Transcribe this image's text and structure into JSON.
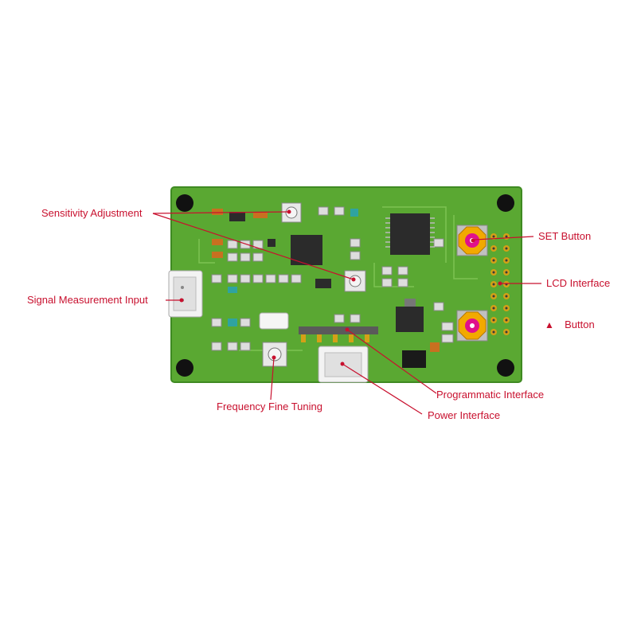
{
  "labels": {
    "sensitivity": "Sensitivity Adjustment",
    "signal_input": "Signal Measurement Input",
    "frequency_fine": "Frequency Fine Tuning",
    "set_button": "SET Button",
    "lcd_interface": "LCD Interface",
    "up_button_symbol": "▲",
    "up_button": "Button",
    "programmatic": "Programmatic Interface",
    "power": "Power Interface"
  },
  "colors": {
    "board": "#5aa832",
    "board_edge": "#3f8a22",
    "label_red": "#c8102e",
    "button_cap": "#f2a900",
    "button_center": "#e0108c",
    "chip": "#2b2b2b",
    "hole": "#111111"
  },
  "icons": {
    "mount_hole": "circle",
    "push_button": "octagon",
    "trimmer": "square-knob",
    "connector": "jst-socket",
    "header_pins": "pin-row"
  }
}
